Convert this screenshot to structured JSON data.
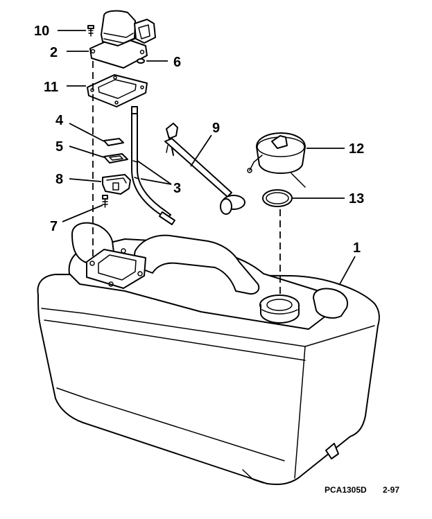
{
  "diagram": {
    "callouts": [
      {
        "id": "c10",
        "label": "10"
      },
      {
        "id": "c2",
        "label": "2"
      },
      {
        "id": "c6",
        "label": "6"
      },
      {
        "id": "c11",
        "label": "11"
      },
      {
        "id": "c4",
        "label": "4"
      },
      {
        "id": "c5",
        "label": "5"
      },
      {
        "id": "c8",
        "label": "8"
      },
      {
        "id": "c7",
        "label": "7"
      },
      {
        "id": "c9",
        "label": "9"
      },
      {
        "id": "c3",
        "label": "3"
      },
      {
        "id": "c12",
        "label": "12"
      },
      {
        "id": "c13",
        "label": "13"
      },
      {
        "id": "c1",
        "label": "1"
      }
    ],
    "figure_code": "PCA1305D",
    "date_code": "2-97"
  }
}
